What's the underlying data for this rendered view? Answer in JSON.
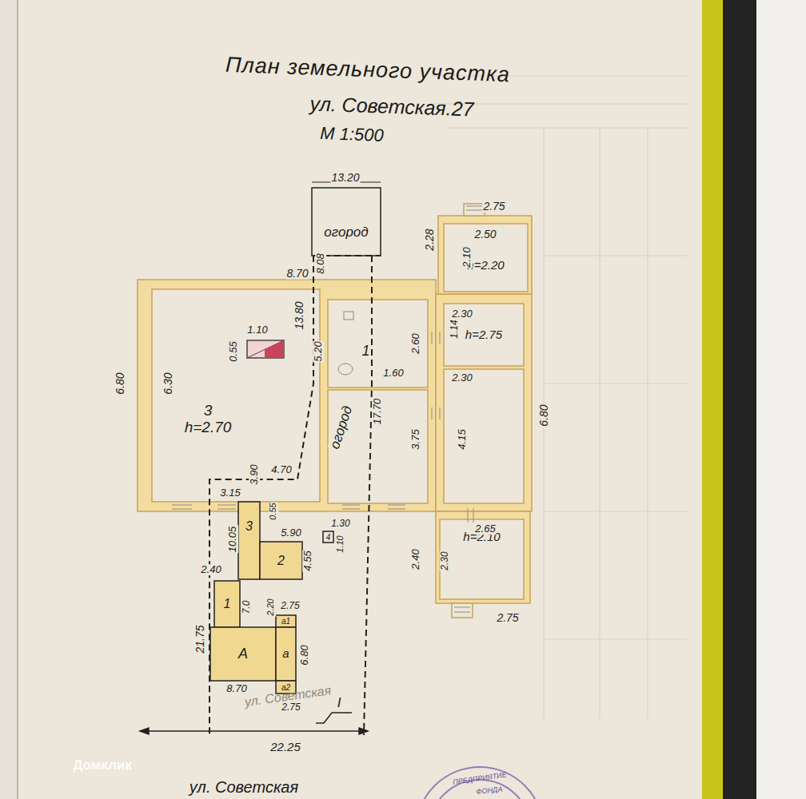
{
  "diagram": {
    "title": "План земельного участка",
    "nodes": [
      {
        "text": [
          "огород"
        ]
      },
      {
        "text": [
          "3",
          "h=2.70"
        ]
      },
      {
        "text": [
          "1"
        ]
      },
      {
        "text": [
          "h=2.20"
        ]
      },
      {
        "text": [
          "h=2.75"
        ]
      },
      {
        "text": [
          "h=2.10"
        ]
      },
      {
        "text": [
          "3"
        ]
      },
      {
        "text": [
          "2"
        ]
      },
      {
        "text": [
          "4"
        ]
      },
      {
        "text": [
          "1"
        ]
      },
      {
        "text": [
          "А"
        ]
      },
      {
        "text": [
          "а1"
        ]
      },
      {
        "text": [
          "а"
        ]
      },
      {
        "text": [
          "а2"
        ]
      }
    ],
    "labels": [
      "ул. Советская.27",
      "М 1:500",
      "13.20",
      "2.75",
      "2.28",
      "2.50",
      "2.10",
      "8.70",
      "8.08",
      "13.80",
      "5.20",
      "0.55",
      "1.10",
      "6.80",
      "6.30",
      "2.60",
      "1.60",
      "2.30",
      "1.14",
      "2.30",
      "4.15",
      "3.75",
      "6.80",
      "огород",
      "17.70",
      "4.70",
      "3.15",
      "3.90",
      "0.55",
      "5.90",
      "10.05",
      "4.55",
      "2.40",
      "1.30",
      "1.10",
      "2.65",
      "2.40",
      "2.30",
      "2.75",
      "7.0",
      "2.20",
      "2.75",
      "6.80",
      "21.75",
      "8.70",
      "2.75",
      "ул. Советская",
      "I",
      "22.25",
      "ул. Советская",
      "ПРЕДПРИЯТИЕ",
      "ФОНДА",
      "Домклик"
    ]
  }
}
